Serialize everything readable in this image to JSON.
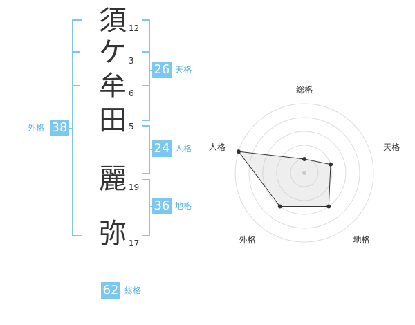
{
  "name_chars": [
    {
      "char": "須",
      "strokes": "12"
    },
    {
      "char": "ケ",
      "strokes": "3"
    },
    {
      "char": "牟",
      "strokes": "6"
    },
    {
      "char": "田",
      "strokes": "5"
    },
    {
      "char": "麗",
      "strokes": "19"
    },
    {
      "char": "弥",
      "strokes": "17"
    }
  ],
  "fortunes": {
    "tenkaku": {
      "value": "26",
      "label": "天格"
    },
    "jinkaku": {
      "value": "24",
      "label": "人格"
    },
    "chikaku": {
      "value": "36",
      "label": "地格"
    },
    "gaikaku": {
      "value": "38",
      "label": "外格"
    },
    "soukaku": {
      "value": "62",
      "label": "総格"
    }
  },
  "colors": {
    "accent": "#7cc7ee",
    "accent_text": "#56b3e3"
  },
  "chart_data": {
    "type": "radar",
    "axes": [
      "総格",
      "天格",
      "地格",
      "外格",
      "人格"
    ],
    "values": [
      1,
      2,
      3,
      3,
      5
    ],
    "max": 5,
    "rings": 5
  }
}
